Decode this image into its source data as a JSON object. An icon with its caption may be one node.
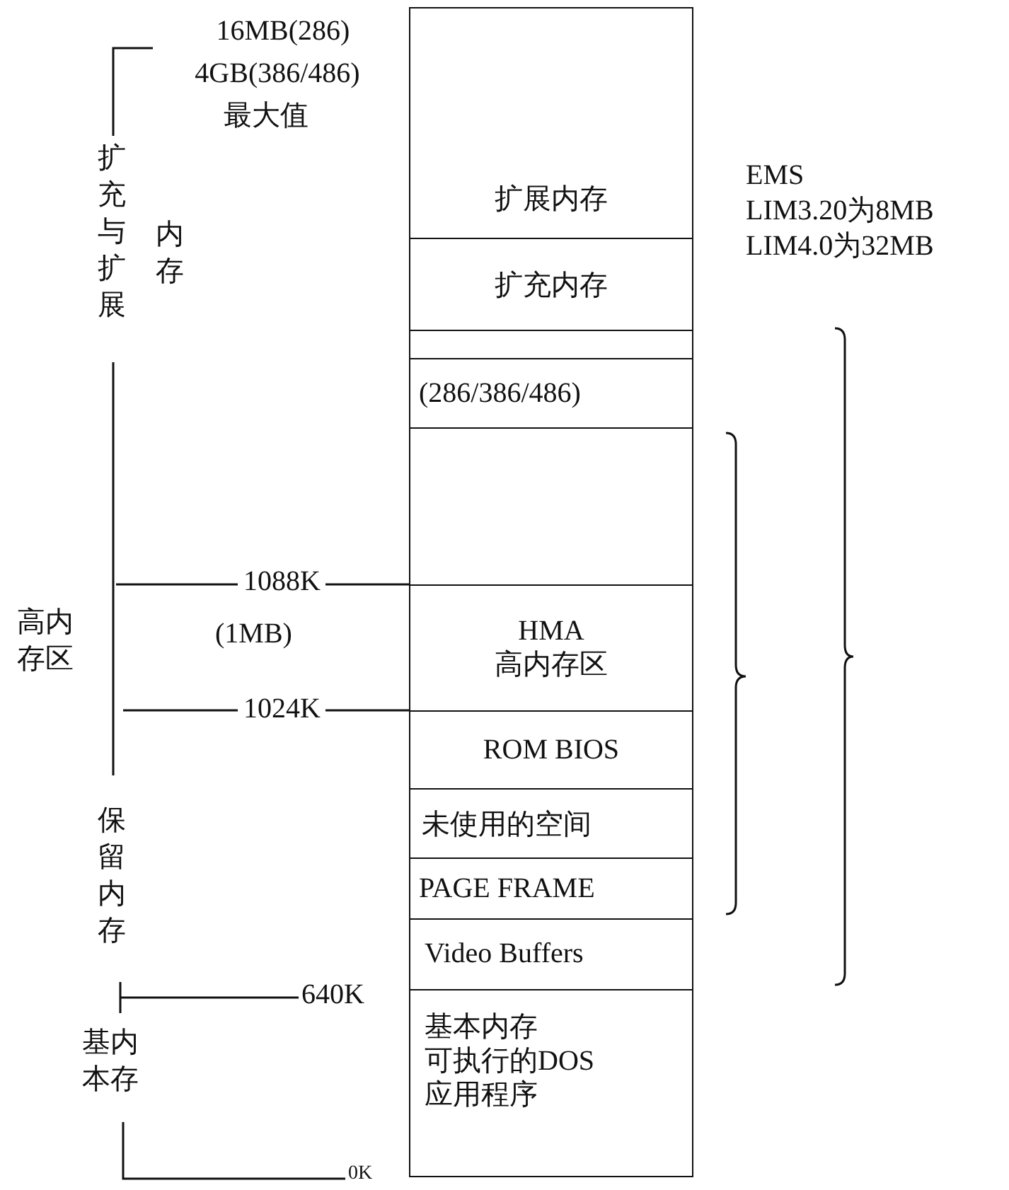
{
  "diagram": {
    "nodes": [
      {
        "text": [
          "扩展内存"
        ]
      },
      {
        "text": [
          "扩充内存"
        ]
      },
      {
        "text": [],
        "shape": "box"
      },
      {
        "text": [
          "(286/386/486)"
        ]
      },
      {
        "text": [],
        "shape": "box"
      },
      {
        "text": [
          "HMA",
          "高内存区"
        ]
      },
      {
        "text": [
          "ROM BIOS"
        ]
      },
      {
        "text": [
          "未使用的空间"
        ]
      },
      {
        "text": [
          "PAGE FRAME"
        ]
      },
      {
        "text": [
          "Video Buffers"
        ]
      },
      {
        "text": [
          "基本内存",
          "可执行的DOS",
          "应用程序"
        ]
      }
    ],
    "labels": [
      "16MB(286)",
      "4GB(386/486)",
      "最大值",
      "EMS",
      "LIM3.20为8MB",
      "LIM4.0为32MB",
      "扩充与扩展",
      "内存",
      "1088K",
      "高内存区",
      "(1MB)",
      "1024K",
      "保留内存",
      "640K",
      "基内本存",
      "0K"
    ]
  }
}
